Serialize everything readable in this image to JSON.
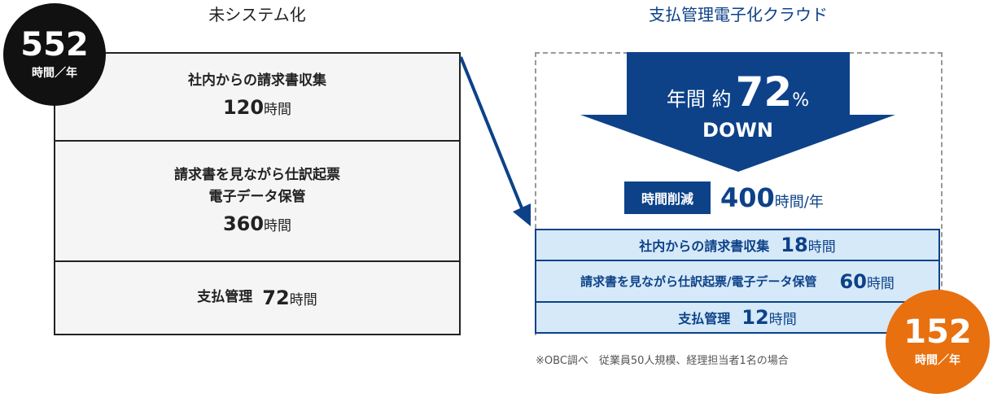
{
  "left": {
    "title": "未システム化",
    "total": {
      "value": "552",
      "unit": "時間／年"
    },
    "rows": [
      {
        "label_lines": [
          "社内からの請求書収集"
        ],
        "value": "120",
        "unit": "時間"
      },
      {
        "label_lines": [
          "請求書を見ながら仕訳起票",
          "電子データ保管"
        ],
        "value": "360",
        "unit": "時間"
      },
      {
        "label": "支払管理",
        "value": "72",
        "unit": "時間"
      }
    ]
  },
  "right": {
    "title": "支払管理電子化クラウド",
    "arrow": {
      "prefix": "年間 約",
      "value": "72",
      "percent": "%",
      "down": "DOWN"
    },
    "reduction": {
      "badge": "時間削減",
      "value": "400",
      "unit": "時間/年"
    },
    "rows": [
      {
        "label": "社内からの請求書収集",
        "value": "18",
        "unit": "時間"
      },
      {
        "label": "請求書を見ながら仕訳起票/電子データ保管",
        "value": "60",
        "unit": "時間"
      },
      {
        "label": "支払管理",
        "value": "12",
        "unit": "時間"
      }
    ],
    "total": {
      "value": "152",
      "unit": "時間／年"
    },
    "note": "※OBC調べ　従業員50人規模、経理担当者1名の場合"
  },
  "colors": {
    "blue": "#0d4289",
    "light_blue": "#d6e9f8",
    "orange": "#e8700f"
  }
}
